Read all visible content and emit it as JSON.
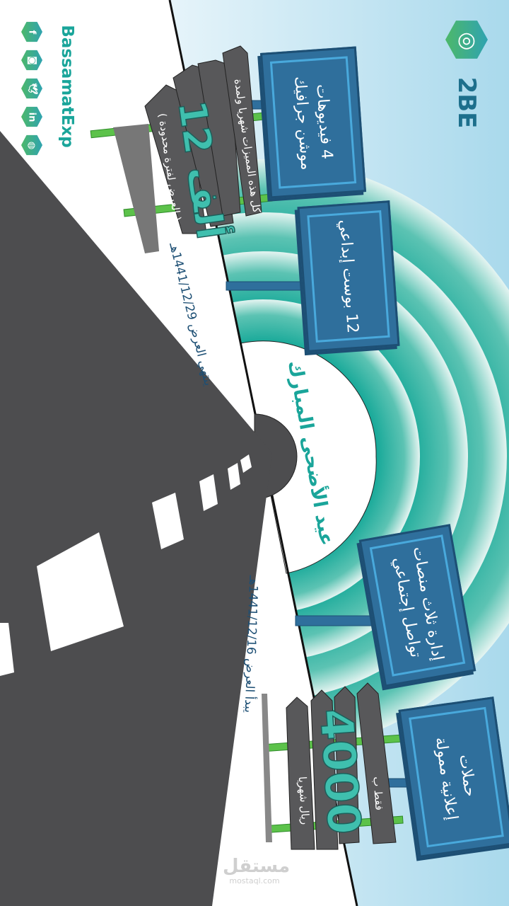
{
  "brand": {
    "logo_text": "2BE",
    "account_name": "BassamatExp"
  },
  "social_icons": [
    {
      "name": "facebook-icon",
      "glyph": "f"
    },
    {
      "name": "instagram-icon",
      "glyph": "◙"
    },
    {
      "name": "twitter-icon",
      "glyph": "🕊"
    },
    {
      "name": "linkedin-icon",
      "glyph": "in"
    },
    {
      "name": "globe-icon",
      "glyph": "◍"
    }
  ],
  "signs": [
    {
      "line1": "4 فيديوهات",
      "line2": "موشن جرافيك"
    },
    {
      "line1": "12 بوست إبداعي",
      "line2": ""
    },
    {
      "line1": "إدارة ثلاث منصات",
      "line2": "تواصل إجتماعي"
    },
    {
      "line1": "حملات",
      "line2": "إعلانية ممولة"
    }
  ],
  "fence_top": {
    "headline": "12 ألف",
    "line1": "كل هذه المميزات شهريا ولمدة",
    "line2": "( العرض لفترة محدودة )"
  },
  "fence_bottom": {
    "prefix": "فقط ب",
    "price": "4000",
    "suffix": "ريال شهريا"
  },
  "greeting": "عيد الأضحى المبارك",
  "dates": {
    "end": "ينتهي العرض 1441/12/29هـ",
    "start": "يبدأ العرض 1441/12/16هـ"
  },
  "watermark": {
    "arabic": "مستقل",
    "latin": "mostaql.com"
  },
  "colors": {
    "teal": "#1aa59a",
    "sign_blue": "#2f6f9c",
    "road": "#4d4d4f",
    "sky": "#cde8f3"
  }
}
